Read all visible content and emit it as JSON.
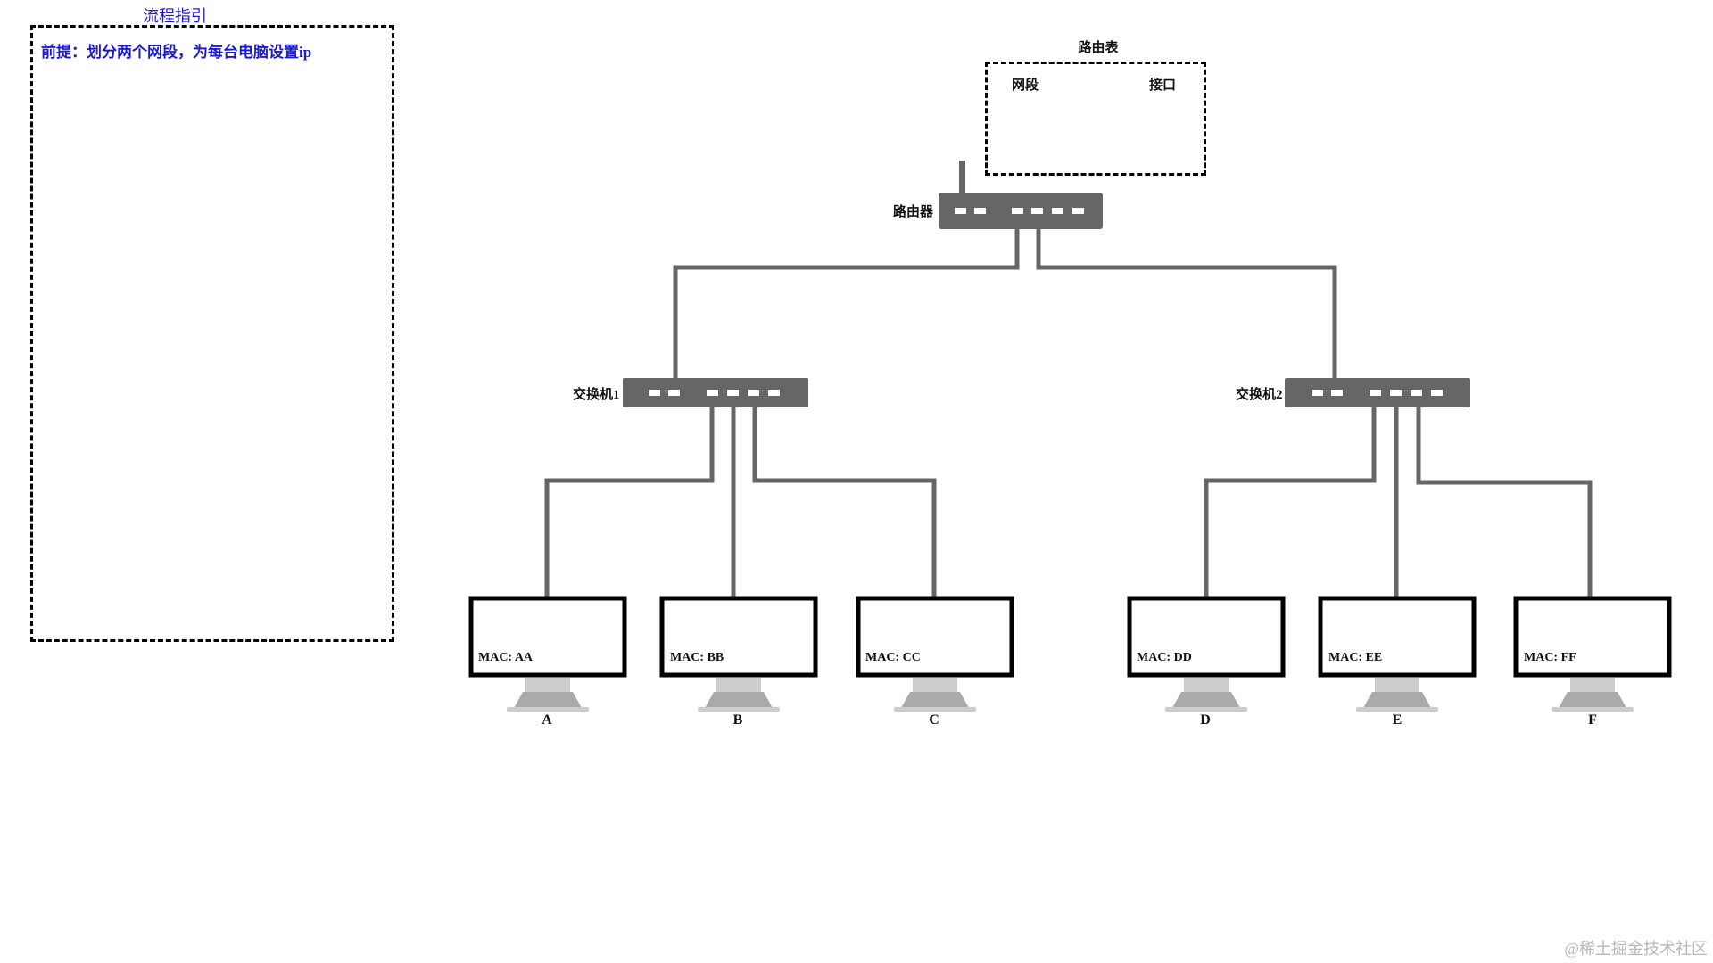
{
  "guide": {
    "title": "流程指引",
    "premise": "前提：划分两个网段，为每台电脑设置ip"
  },
  "routing_table": {
    "title": "路由表",
    "col_segment": "网段",
    "col_interface": "接口"
  },
  "router": {
    "label": "路由器"
  },
  "switches": [
    {
      "label": "交换机1"
    },
    {
      "label": "交换机2"
    }
  ],
  "computers": [
    {
      "name": "A",
      "mac": "MAC: AA"
    },
    {
      "name": "B",
      "mac": "MAC: BB"
    },
    {
      "name": "C",
      "mac": "MAC: CC"
    },
    {
      "name": "D",
      "mac": "MAC: DD"
    },
    {
      "name": "E",
      "mac": "MAC: EE"
    },
    {
      "name": "F",
      "mac": "MAC: FF"
    }
  ],
  "watermark": "@稀土掘金技术社区",
  "colors": {
    "device": "#666666",
    "cable": "#666666",
    "accent_text": "#1a1ad0",
    "monitor_frame": "#000000",
    "stand": "#cccccc"
  }
}
